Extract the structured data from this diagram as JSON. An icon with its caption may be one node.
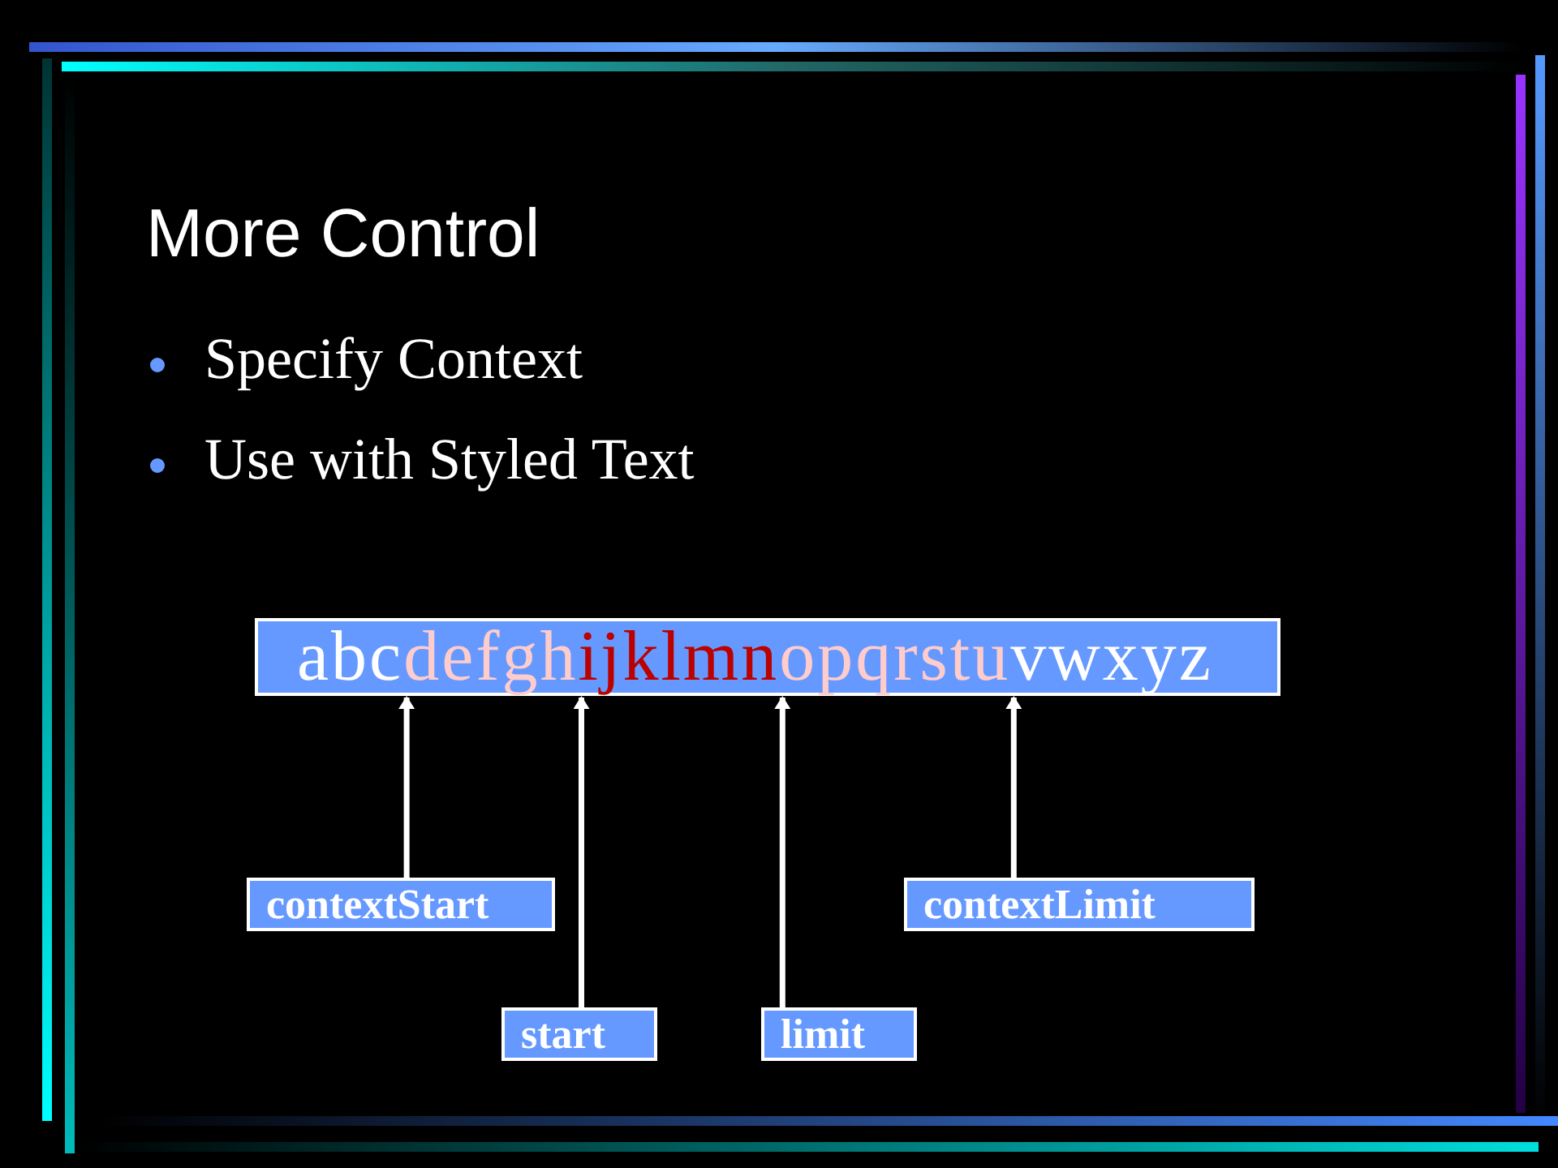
{
  "diagram": {
    "title": "More Control",
    "nodes": [
      {
        "text": [
          "abc",
          "defgh",
          "ijklmn",
          "opqrstu",
          "vwxyz"
        ]
      },
      {
        "text": [
          "contextStart"
        ]
      },
      {
        "text": [
          "start"
        ]
      },
      {
        "text": [
          "limit"
        ]
      },
      {
        "text": [
          "contextLimit"
        ]
      }
    ],
    "edges": [
      {
        "from": 1,
        "to": 0,
        "arrow": "to"
      },
      {
        "from": 2,
        "to": 0,
        "arrow": "to"
      },
      {
        "from": 3,
        "to": 0,
        "arrow": "to"
      },
      {
        "from": 4,
        "to": 0,
        "arrow": "to"
      }
    ],
    "labels": [
      "Specify Context",
      "Use with Styled Text"
    ]
  }
}
